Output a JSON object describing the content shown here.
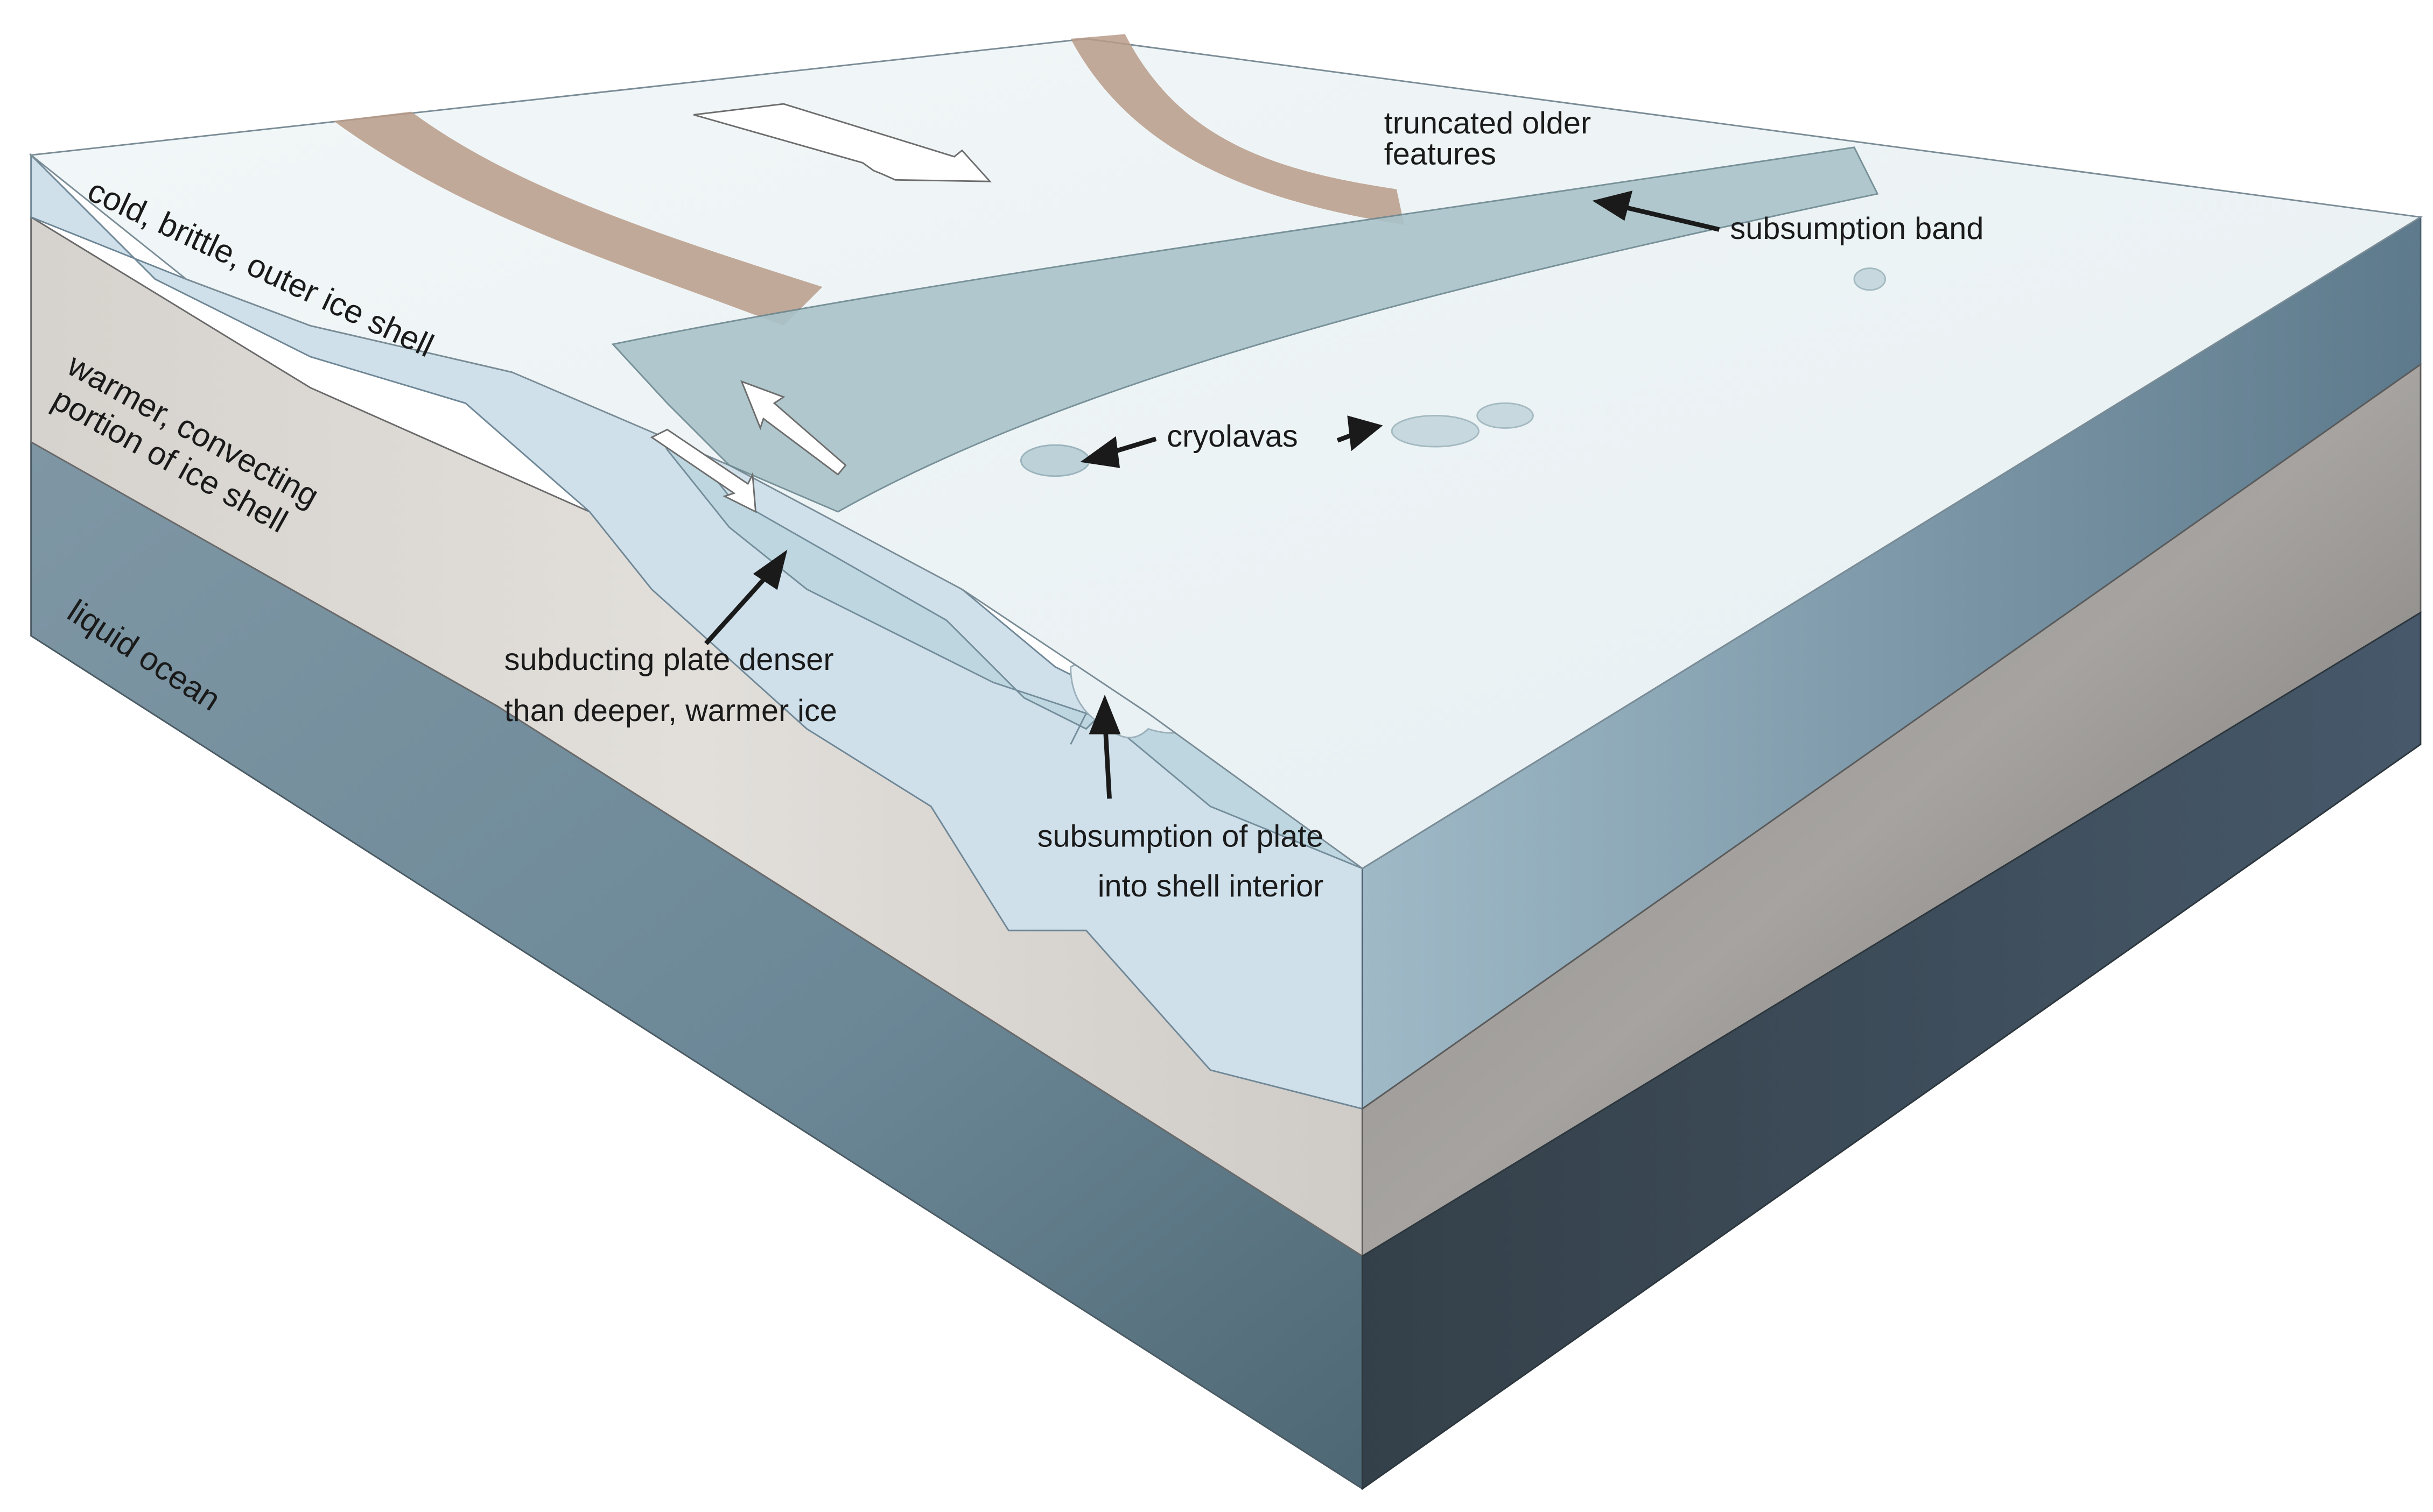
{
  "figure": {
    "title": "Europa ice shell subsumption block diagram",
    "colors": {
      "background": "#ffffff",
      "surface_ice": "#eef4f6",
      "brittle_shell_front": "#cfe0ea",
      "brittle_shell_right": "#5f7f92",
      "convecting_front": "#d9d6d2",
      "convecting_right": "#7c7976",
      "ocean_front": "#6d8c9c",
      "ocean_right": "#3c4c56",
      "older_features": "#b79a88",
      "subsumption_band": "#a9c3c9",
      "cryolava": "#bcd1d8",
      "arrow_white": "#ffffff",
      "arrow_outline": "#707070",
      "label_text": "#1a1a1a"
    }
  },
  "labels": {
    "brittle_shell": "cold, brittle, outer ice shell",
    "convecting_line1": "warmer, convecting",
    "convecting_line2": "portion of ice shell",
    "ocean": "liquid ocean",
    "truncated_line1": "truncated older",
    "truncated_line2": "features",
    "subsumption_band": "subsumption band",
    "cryolavas": "cryolavas",
    "subducting_line1": "subducting plate denser",
    "subducting_line2": "than deeper, warmer ice",
    "subsumption_plate_line1": "subsumption of plate",
    "subsumption_plate_line2": "into shell interior"
  },
  "layers": [
    {
      "name": "cold, brittle, outer ice shell",
      "position": "top"
    },
    {
      "name": "warmer, convecting portion of ice shell",
      "position": "middle"
    },
    {
      "name": "liquid ocean",
      "position": "bottom"
    }
  ],
  "annotations": [
    {
      "label": "truncated older features",
      "type": "text"
    },
    {
      "label": "subsumption band",
      "type": "arrow-label"
    },
    {
      "label": "cryolavas",
      "type": "double-arrow-label"
    },
    {
      "label": "subducting plate denser than deeper, warmer ice",
      "type": "arrow-label"
    },
    {
      "label": "subsumption of plate into shell interior",
      "type": "arrow-label"
    }
  ],
  "motion_arrows": [
    {
      "name": "plate-motion-arrow",
      "direction": "toward subsumption band"
    },
    {
      "name": "subduction-down-arrow",
      "direction": "down-right"
    },
    {
      "name": "subduction-up-arrow",
      "direction": "up-left"
    }
  ]
}
